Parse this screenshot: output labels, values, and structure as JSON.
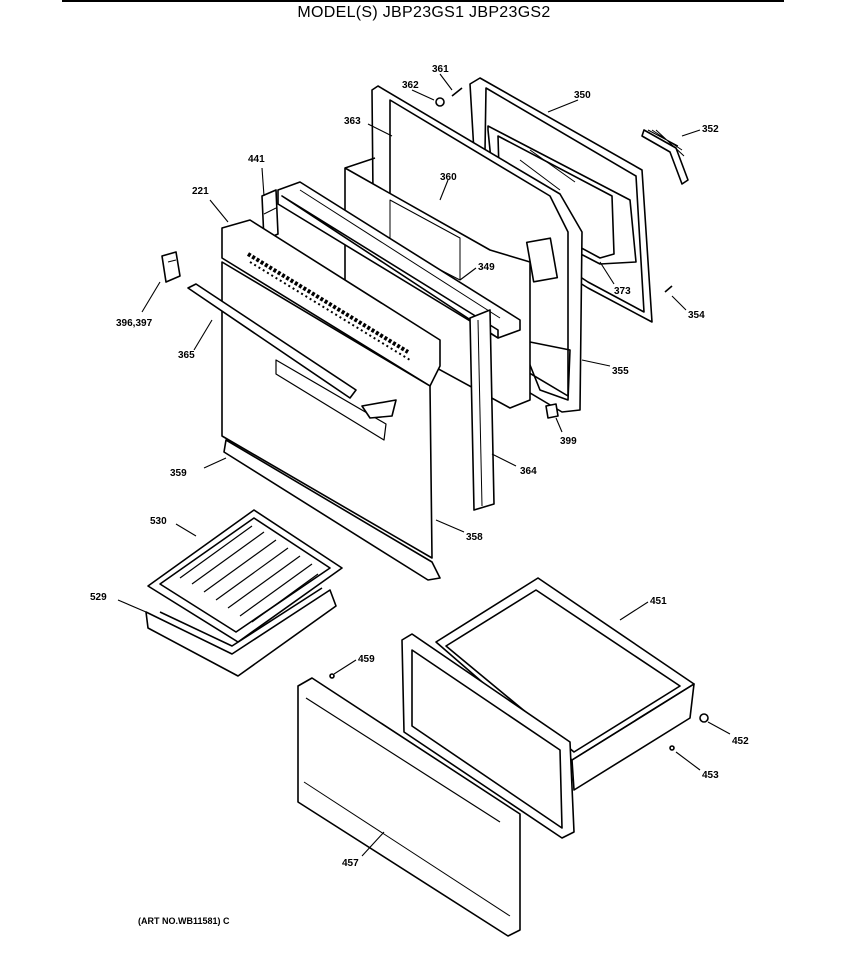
{
  "header": {
    "title": "MODEL(S) JBP23GS1  JBP23GS2"
  },
  "footer": {
    "art_number": "(ART NO.WB11581) C"
  },
  "callouts": [
    {
      "id": "361",
      "text": "361"
    },
    {
      "id": "362",
      "text": "362"
    },
    {
      "id": "350",
      "text": "350"
    },
    {
      "id": "352",
      "text": "352"
    },
    {
      "id": "363",
      "text": "363"
    },
    {
      "id": "441",
      "text": "441"
    },
    {
      "id": "360",
      "text": "360"
    },
    {
      "id": "221",
      "text": "221"
    },
    {
      "id": "349",
      "text": "349"
    },
    {
      "id": "373",
      "text": "373"
    },
    {
      "id": "354",
      "text": "354"
    },
    {
      "id": "396_397",
      "text": "396,397"
    },
    {
      "id": "365",
      "text": "365"
    },
    {
      "id": "355",
      "text": "355"
    },
    {
      "id": "399",
      "text": "399"
    },
    {
      "id": "359",
      "text": "359"
    },
    {
      "id": "364",
      "text": "364"
    },
    {
      "id": "358",
      "text": "358"
    },
    {
      "id": "530",
      "text": "530"
    },
    {
      "id": "529",
      "text": "529"
    },
    {
      "id": "451",
      "text": "451"
    },
    {
      "id": "459",
      "text": "459"
    },
    {
      "id": "452",
      "text": "452"
    },
    {
      "id": "453",
      "text": "453"
    },
    {
      "id": "457",
      "text": "457"
    }
  ]
}
